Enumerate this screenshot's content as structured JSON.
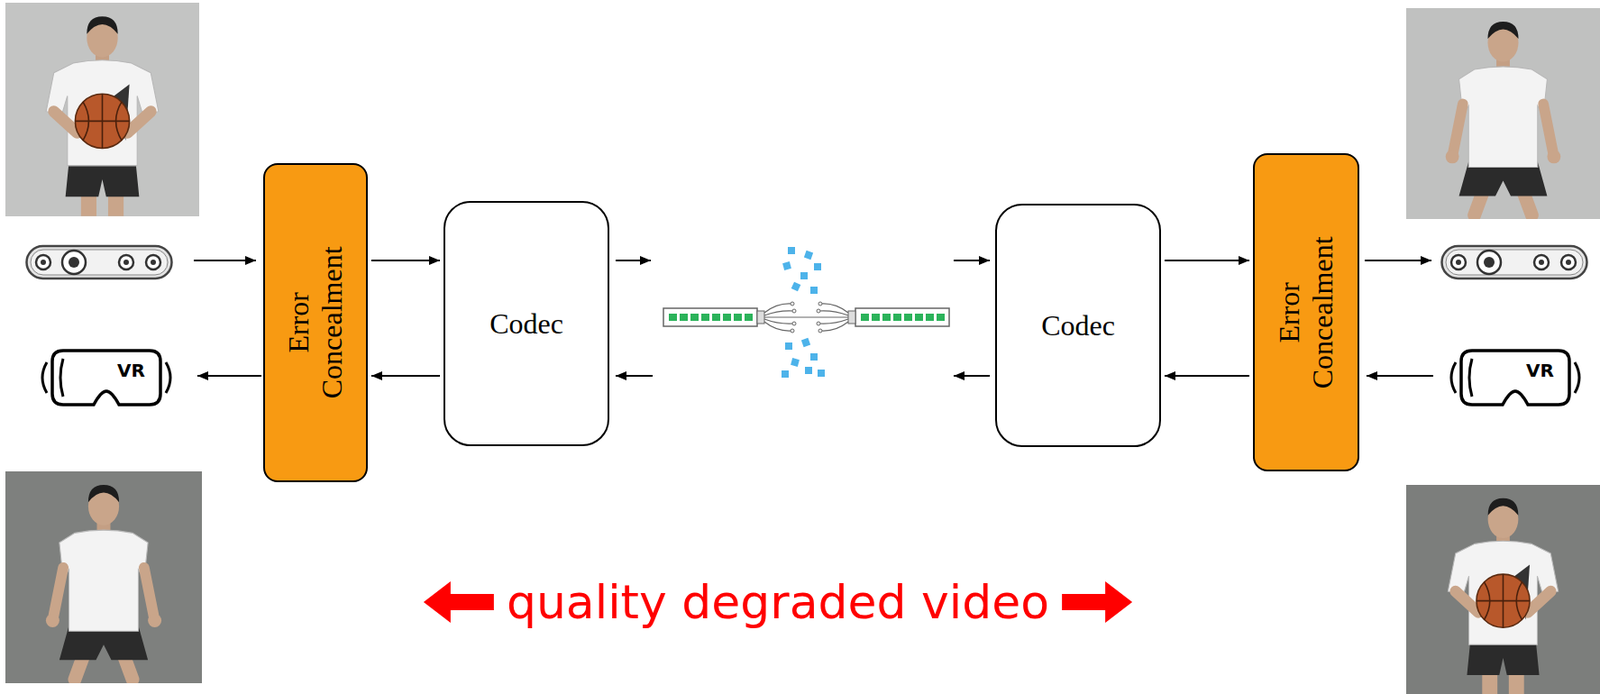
{
  "diagram": {
    "nodes": [
      {
        "text": [
          "Error Concealment"
        ]
      },
      {
        "text": [
          "Codec"
        ]
      },
      {
        "text": [
          "Codec"
        ]
      },
      {
        "text": [
          "Error Concealment"
        ]
      }
    ],
    "edges": [
      {
        "from": 0,
        "to": 1,
        "arrow": "to"
      },
      {
        "from": 1,
        "to": 0,
        "arrow": "to"
      },
      {
        "from": 2,
        "to": 3,
        "arrow": "to"
      },
      {
        "from": 3,
        "to": 2,
        "arrow": "to"
      }
    ],
    "labels": [
      "VR",
      "VR",
      "quality degraded video"
    ]
  }
}
